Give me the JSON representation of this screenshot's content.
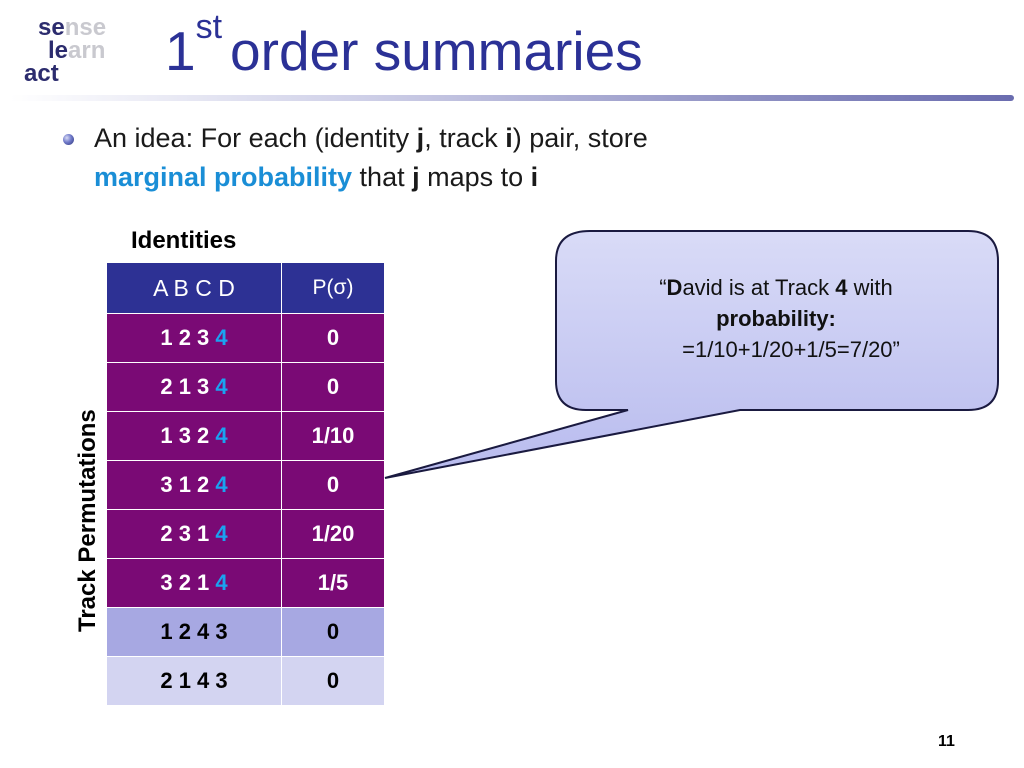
{
  "logo": {
    "row1_a": "se",
    "row1_b": "nse",
    "row2_a": "le",
    "row2_b": "arn",
    "row3_a": "act"
  },
  "title": {
    "number": "1",
    "superscript": "st",
    "text": "order summaries"
  },
  "bullet": {
    "p1": "An idea: For each (identity ",
    "j1": "j",
    "p2": ", track ",
    "i1": "i",
    "p3": ") pair, store",
    "highlight": "marginal probability",
    "p4": " that ",
    "j2": "j",
    "p5": " maps to ",
    "i2": "i"
  },
  "table": {
    "identities_label": "Identities",
    "track_label": "Track Permutations",
    "header_perm": "A B C D",
    "header_prob": "P(σ)",
    "rows": [
      {
        "perm": "1 2 3 ",
        "last": "4",
        "prob": "0"
      },
      {
        "perm": "2 1 3 ",
        "last": "4",
        "prob": "0"
      },
      {
        "perm": "1 3 2 ",
        "last": "4",
        "prob": "1/10"
      },
      {
        "perm": "3 1 2 ",
        "last": "4",
        "prob": "0"
      },
      {
        "perm": "2 3 1 ",
        "last": "4",
        "prob": "1/20"
      },
      {
        "perm": "3 2 1 ",
        "last": "4",
        "prob": "1/5"
      },
      {
        "perm": "1 2 4 3",
        "last": "",
        "prob": "0"
      },
      {
        "perm": "2 1 4 3",
        "last": "",
        "prob": "0"
      }
    ]
  },
  "callout": {
    "open_quote": "“",
    "d": "D",
    "part1": "avid is at Track ",
    "track": "4",
    "part2": " with",
    "line2": "probability:",
    "line3": "=1/10+1/20+1/5=7/20”"
  },
  "page_number": "11",
  "colors": {
    "title": "#2b3196",
    "header_bg": "#2d3194",
    "purple_row": "#7a0a75",
    "lavender_row": "#a7a8e2",
    "light_row": "#d3d4f1",
    "highlight": "#1a8ed6",
    "callout_fill": "#c6c8f2"
  }
}
